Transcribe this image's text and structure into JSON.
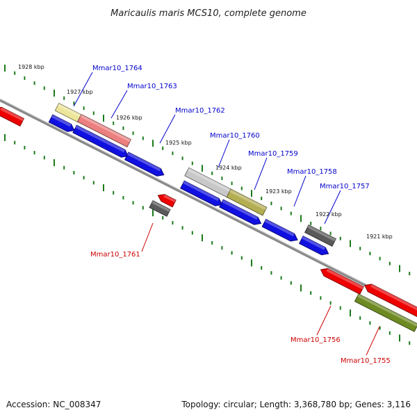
{
  "title": "Maricaulis maris MCS10, complete genome",
  "footer": {
    "accession": "Accession: NC_008347",
    "topology": "Topology: circular; Length: 3,368,780 bp; Genes: 3,116"
  },
  "ruler_labels": [
    "1928 kbp",
    "1927 kbp",
    "1926 kbp",
    "1925 kbp",
    "1924 kbp",
    "1923 kbp",
    "1922 kbp",
    "1921 kbp"
  ],
  "gene_labels": {
    "forward": [
      "Mmar10_1764",
      "Mmar10_1763",
      "Mmar10_1762",
      "Mmar10_1760",
      "Mmar10_1759",
      "Mmar10_1758",
      "Mmar10_1757"
    ],
    "reverse": [
      "Mmar10_1761",
      "Mmar10_1756",
      "Mmar10_1755"
    ]
  },
  "colors": {
    "forward_label": "#0000cc",
    "reverse_label": "#cc0000",
    "forward_gene": "#1010e0",
    "reverse_gene": "#ee0000",
    "ruler_tick": "#1a7a1a",
    "backbone": "#888888",
    "pale_yellow": "#ece59a",
    "pink": "#ec7f7f",
    "light_grey": "#c8c8c8",
    "olive": "#b4ae52",
    "dark_grey": "#5a5a5a",
    "olive_green": "#6e8a22"
  }
}
